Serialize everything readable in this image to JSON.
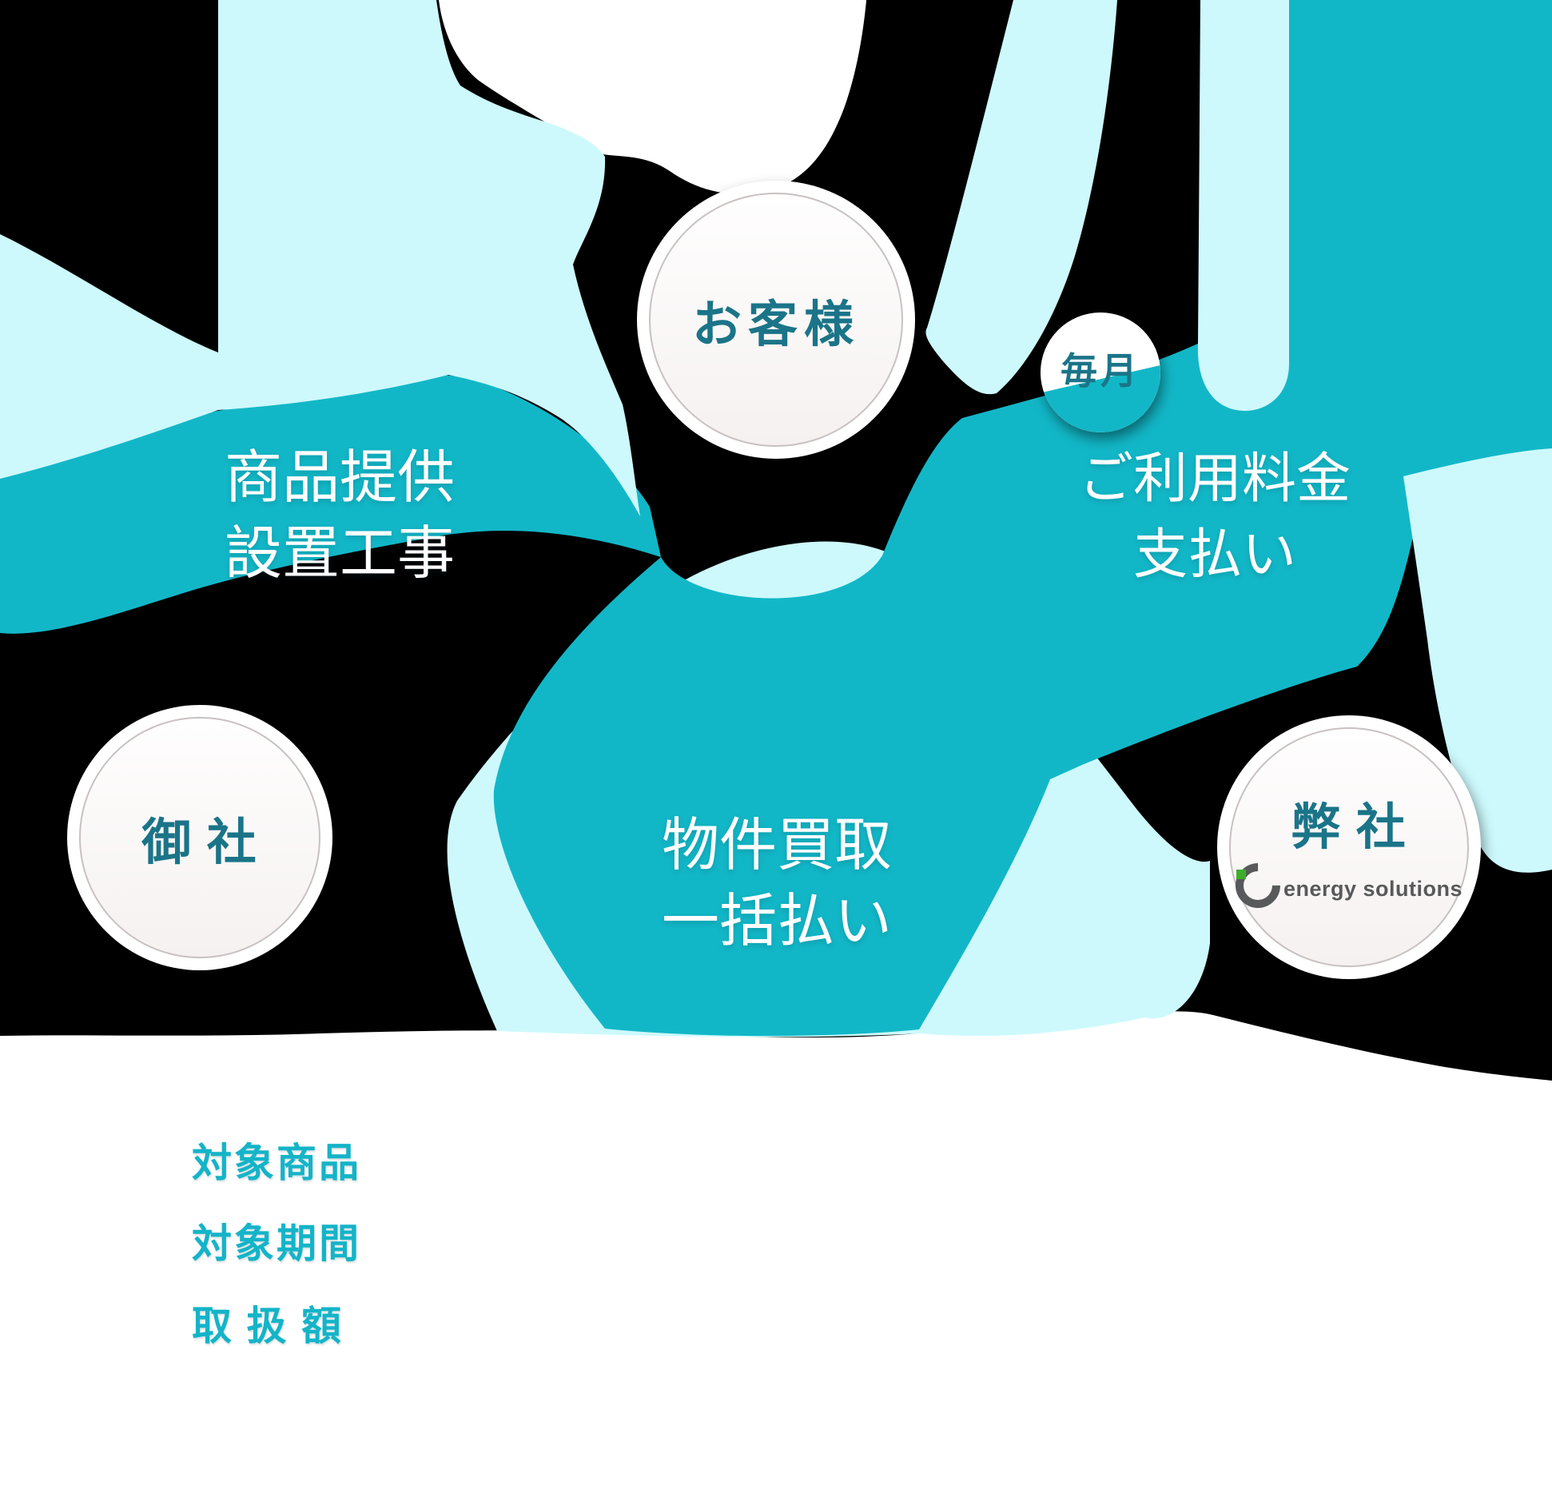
{
  "nodes": {
    "customer": {
      "label": "お客様"
    },
    "monthly_badge": {
      "label": "毎月"
    },
    "client": {
      "label": "御 社"
    },
    "company": {
      "label": "弊 社",
      "logo_text": "energy solutions"
    }
  },
  "flows": {
    "provide": {
      "line1": "商品提供",
      "line2": "設置工事"
    },
    "fee": {
      "line1": "ご利用料金",
      "line2": "支払い"
    },
    "purchase": {
      "line1": "物件買取",
      "line2": "一括払い"
    }
  },
  "footer_labels": [
    {
      "text": "対象商品"
    },
    {
      "text": "対象期間"
    },
    {
      "text": "取 扱 額"
    }
  ],
  "colors": {
    "teal_arrow": "#12b7c7",
    "light_cyan_arrow": "#cdf9fc",
    "node_text": "#1b7488",
    "footer_text": "#14b4c8",
    "flow_text": "#ffffff",
    "logo_gray": "#58595b",
    "logo_green": "#3dae2b",
    "background_transparent": "#000000",
    "bottom_area": "#ffffff"
  }
}
